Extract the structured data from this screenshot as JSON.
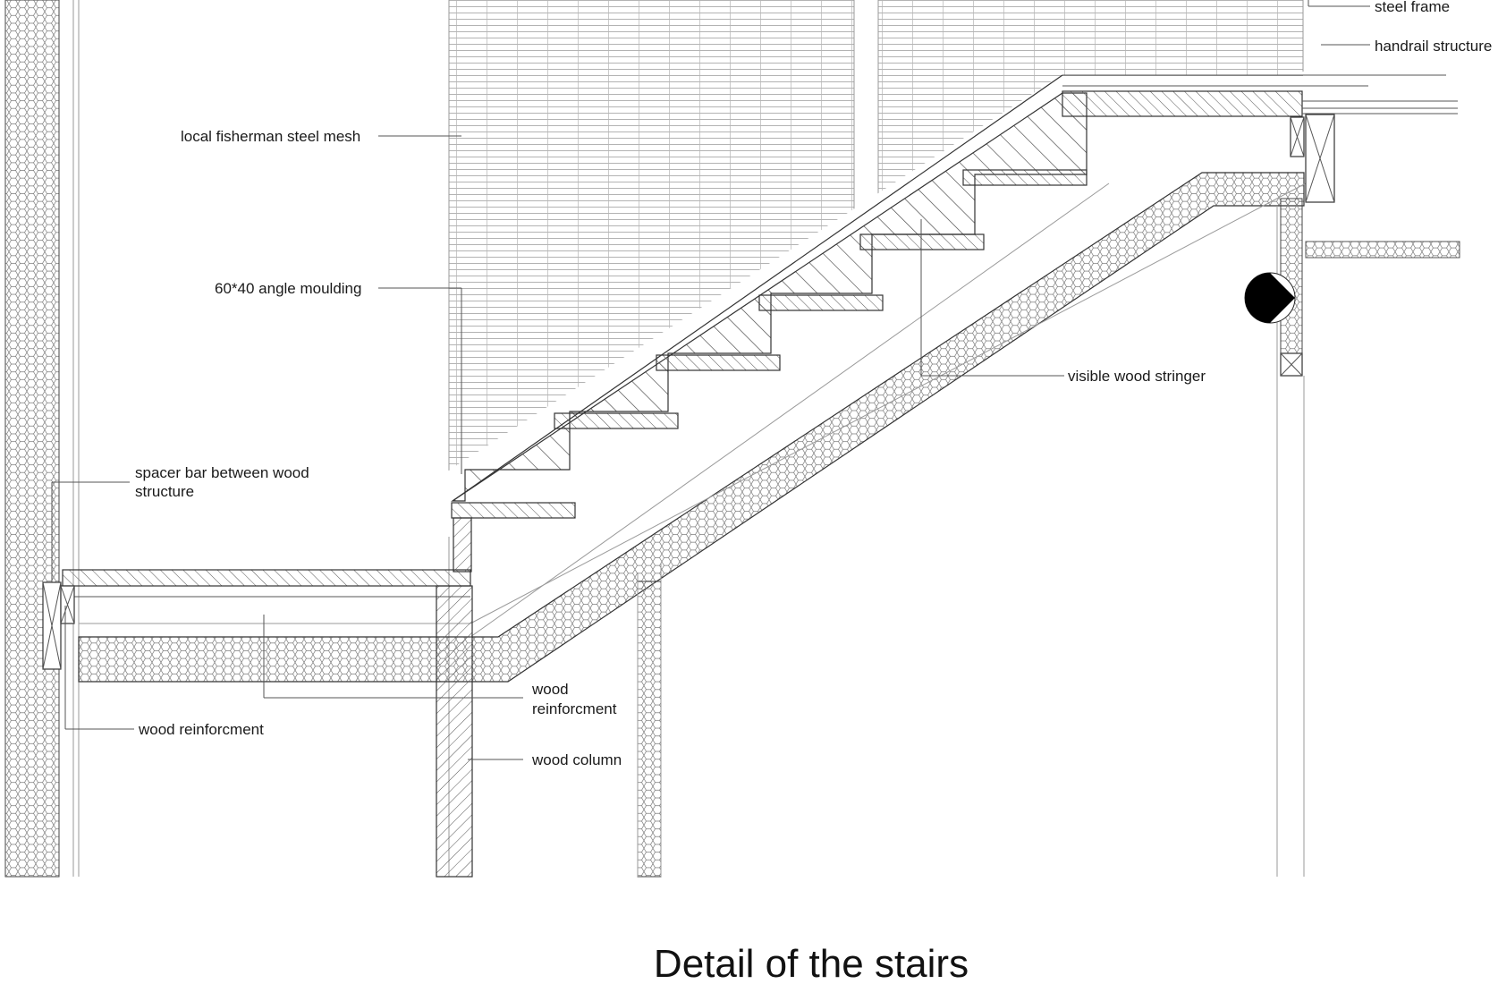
{
  "caption": "Detail of the stairs",
  "labels": {
    "steel_frame": "steel frame",
    "handrail_structure": "handrail structure",
    "fisherman_mesh": "local fisherman steel mesh",
    "angle_moulding": "60*40 angle moulding",
    "visible_stringer": "visible wood stringer",
    "spacer_bar_line1": "spacer bar between wood",
    "spacer_bar_line2": "structure",
    "wood_reinforcement_center_line1": "wood",
    "wood_reinforcement_center_line2": "reinforcment",
    "wood_reinforcement_left": "wood reinforcment",
    "wood_column": "wood column"
  },
  "colors": {
    "line": "#333333",
    "hatch": "#555555",
    "background": "#ffffff"
  }
}
